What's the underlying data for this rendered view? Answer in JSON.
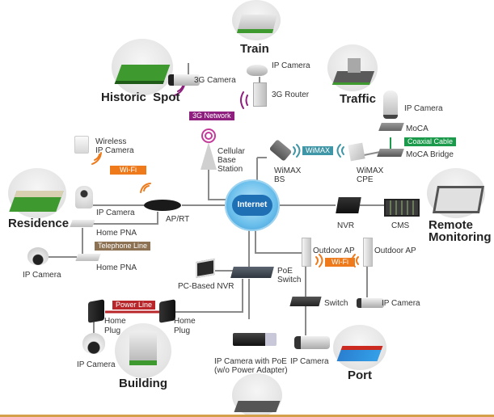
{
  "diagram": {
    "center": {
      "label": "Internet"
    },
    "scenes": {
      "train": "Train",
      "historic_spot": "Historic  Spot",
      "traffic": "Traffic",
      "residence": "Residence",
      "remote_monitoring_line1": "Remote",
      "remote_monitoring_line2": "Monitoring",
      "building": "Building",
      "port": "Port"
    },
    "devices": {
      "train_ip_camera": "IP Camera",
      "train_3g_router": "3G Router",
      "historic_3g_camera": "3G Camera",
      "traffic_ip_camera": "IP Camera",
      "moca": "MoCA",
      "moca_bridge": "MoCA Bridge",
      "cellular_line1": "Cellular",
      "cellular_line2": "Base",
      "cellular_line3": "Station",
      "wimax_bs_line1": "WiMAX",
      "wimax_bs_line2": "BS",
      "wimax_cpe_line1": "WiMAX",
      "wimax_cpe_line2": "CPE",
      "wireless_cam_line1": "Wireless",
      "wireless_cam_line2": "IP Camera",
      "residence_ip_camera": "IP Camera",
      "ap_rt": "AP/RT",
      "home_pna_1": "Home PNA",
      "home_pna_2": "Home PNA",
      "residence_dome_camera": "IP Camera",
      "nvr": "NVR",
      "cms": "CMS",
      "outdoor_ap_1": "Outdoor AP",
      "outdoor_ap_2": "Outdoor AP",
      "pc_nvr": "PC-Based NVR",
      "poe_switch_line1": "PoE",
      "poe_switch_line2": "Switch",
      "switch": "Switch",
      "port_ip_camera_1": "IP Camera",
      "port_ip_camera_2": "IP Camera",
      "home_plug_1_line1": "Home",
      "home_plug_1_line2": "Plug",
      "home_plug_2_line1": "Home",
      "home_plug_2_line2": "Plug",
      "building_ip_camera": "IP Camera",
      "poe_camera_line1": "IP Camera with PoE",
      "poe_camera_line2": "(w/o Power Adapter)"
    },
    "links": {
      "network_3g": {
        "label": "3G Network",
        "color": "#8e1f7e"
      },
      "coaxial": {
        "label": "Coaxial Cable",
        "color": "#1a9a4a"
      },
      "wimax": {
        "label": "WiMAX",
        "color": "#3f96a6"
      },
      "wifi_residence": {
        "label": "Wi-Fi",
        "color": "#ee7a1c"
      },
      "telephone": {
        "label": "Telephone Line",
        "color": "#8c7152"
      },
      "wifi_port": {
        "label": "Wi-Fi",
        "color": "#ee7a1c"
      },
      "power_line": {
        "label": "Power Line",
        "color": "#b8262a"
      }
    },
    "colors": {
      "internet_blue": "#2f8fd0",
      "wire": "#888888",
      "bottom_rule": "#d4a04a"
    }
  }
}
